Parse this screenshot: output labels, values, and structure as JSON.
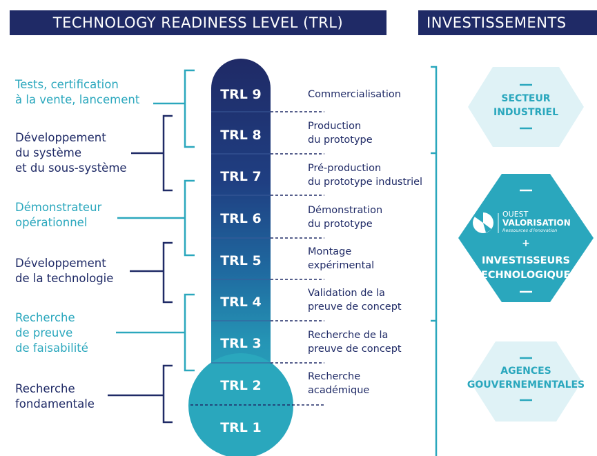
{
  "header": {
    "trl_title": "TECHNOLOGY READINESS LEVEL (TRL)",
    "investments_title": "INVESTISSEMENTS"
  },
  "levels": [
    "TRL 9",
    "TRL 8",
    "TRL 7",
    "TRL 6",
    "TRL 5",
    "TRL 4",
    "TRL 3",
    "TRL 2",
    "TRL 1"
  ],
  "stages": [
    {
      "line1": "Commercialisation",
      "line2": ""
    },
    {
      "line1": "Production",
      "line2": "du prototype"
    },
    {
      "line1": "Pré-production",
      "line2": "du prototype industriel"
    },
    {
      "line1": "Démonstration",
      "line2": "du prototype"
    },
    {
      "line1": "Montage",
      "line2": "expérimental"
    },
    {
      "line1": "Validation de la",
      "line2": "preuve de concept"
    },
    {
      "line1": "Recherche de la",
      "line2": "preuve de concept"
    },
    {
      "line1": "Recherche",
      "line2": "académique"
    }
  ],
  "phases": [
    {
      "lines": [
        "Tests, certification",
        "à la vente, lancement"
      ]
    },
    {
      "lines": [
        "Développement",
        "du système",
        "et du sous-système"
      ]
    },
    {
      "lines": [
        "Démonstrateur",
        "opérationnel"
      ]
    },
    {
      "lines": [
        "Développement",
        "de la technologie"
      ]
    },
    {
      "lines": [
        "Recherche",
        "de preuve",
        "de faisabilité"
      ]
    },
    {
      "lines": [
        "Recherche",
        "fondamentale"
      ]
    }
  ],
  "investors": {
    "industrial_line1": "SECTEUR",
    "industrial_line2": "INDUSTRIEL",
    "logo_line1": "OUEST",
    "logo_line2": "VALORISATION",
    "logo_tagline": "Ressources d'innovation",
    "plus": "+",
    "tech_line1": "INVESTISSEURS",
    "tech_line2": "TECHNOLOGIQUES",
    "gov_line1": "AGENCES",
    "gov_line2": "GOUVERNEMENTALES"
  },
  "colors": {
    "navy": "#1f2a66",
    "teal": "#2aa7bd",
    "hex_light": "#dff2f6",
    "hex_dark": "#2aa7bd"
  }
}
